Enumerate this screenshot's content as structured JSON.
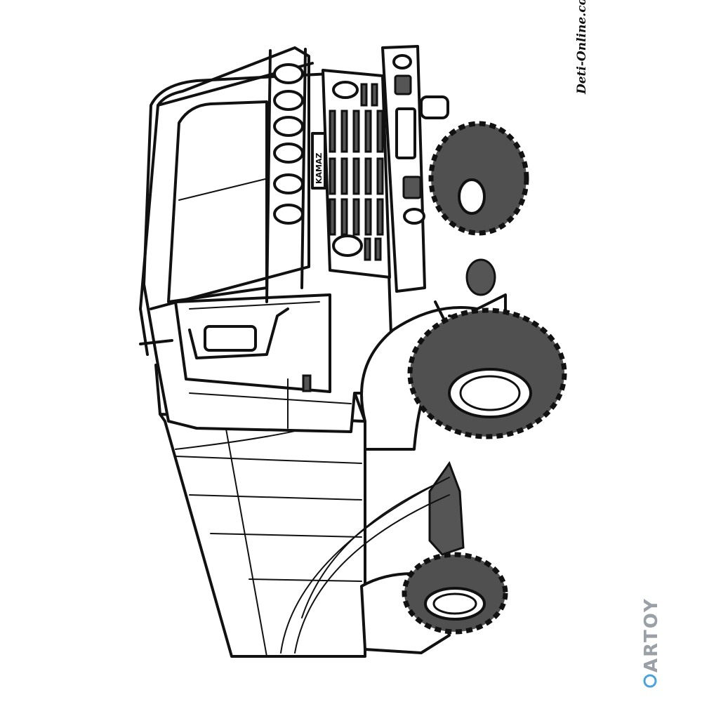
{
  "image": {
    "subject": "Coloring page line drawing of a rally off-road truck",
    "style": "black outline, grey filled tires and grille slots",
    "colors": {
      "ink": "#111111",
      "tire": "#505050",
      "paper": "#ffffff",
      "logo": "#9aa0a6"
    }
  },
  "truck": {
    "badge_text": "KAMAZ"
  },
  "watermarks": {
    "site_text": "Deti-Online.com",
    "logo_text": "ARTOY"
  }
}
